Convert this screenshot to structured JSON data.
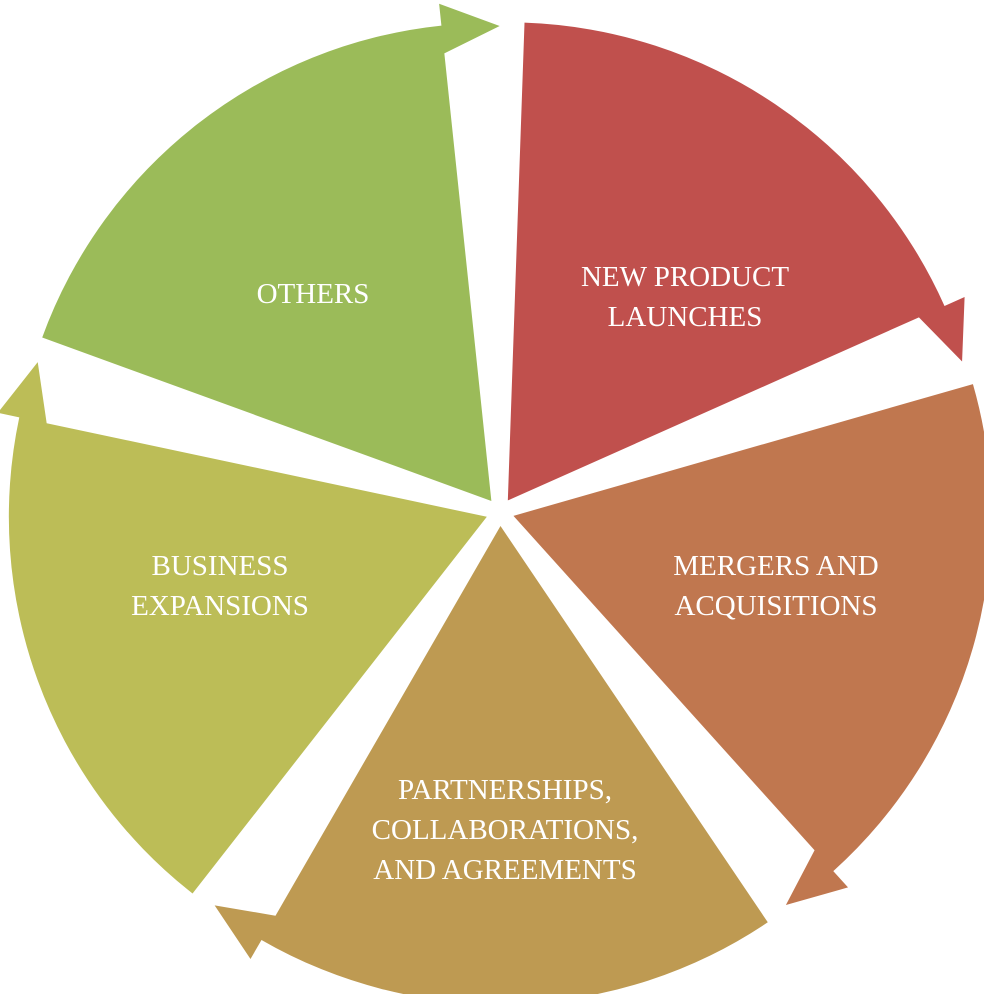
{
  "segments": [
    {
      "label_lines": [
        "NEW PRODUCT",
        "LAUNCHES"
      ],
      "color": "#C0504D"
    },
    {
      "label_lines": [
        "MERGERS AND",
        "ACQUISITIONS"
      ],
      "color": "#C0774F"
    },
    {
      "label_lines": [
        "PARTNERSHIPS,",
        "COLLABORATIONS,",
        "AND AGREEMENTS"
      ],
      "color": "#BE9A52"
    },
    {
      "label_lines": [
        "BUSINESS",
        "EXPANSIONS"
      ],
      "color": "#BCBD57"
    },
    {
      "label_lines": [
        "OTHERS"
      ],
      "color": "#9BBB59"
    }
  ]
}
